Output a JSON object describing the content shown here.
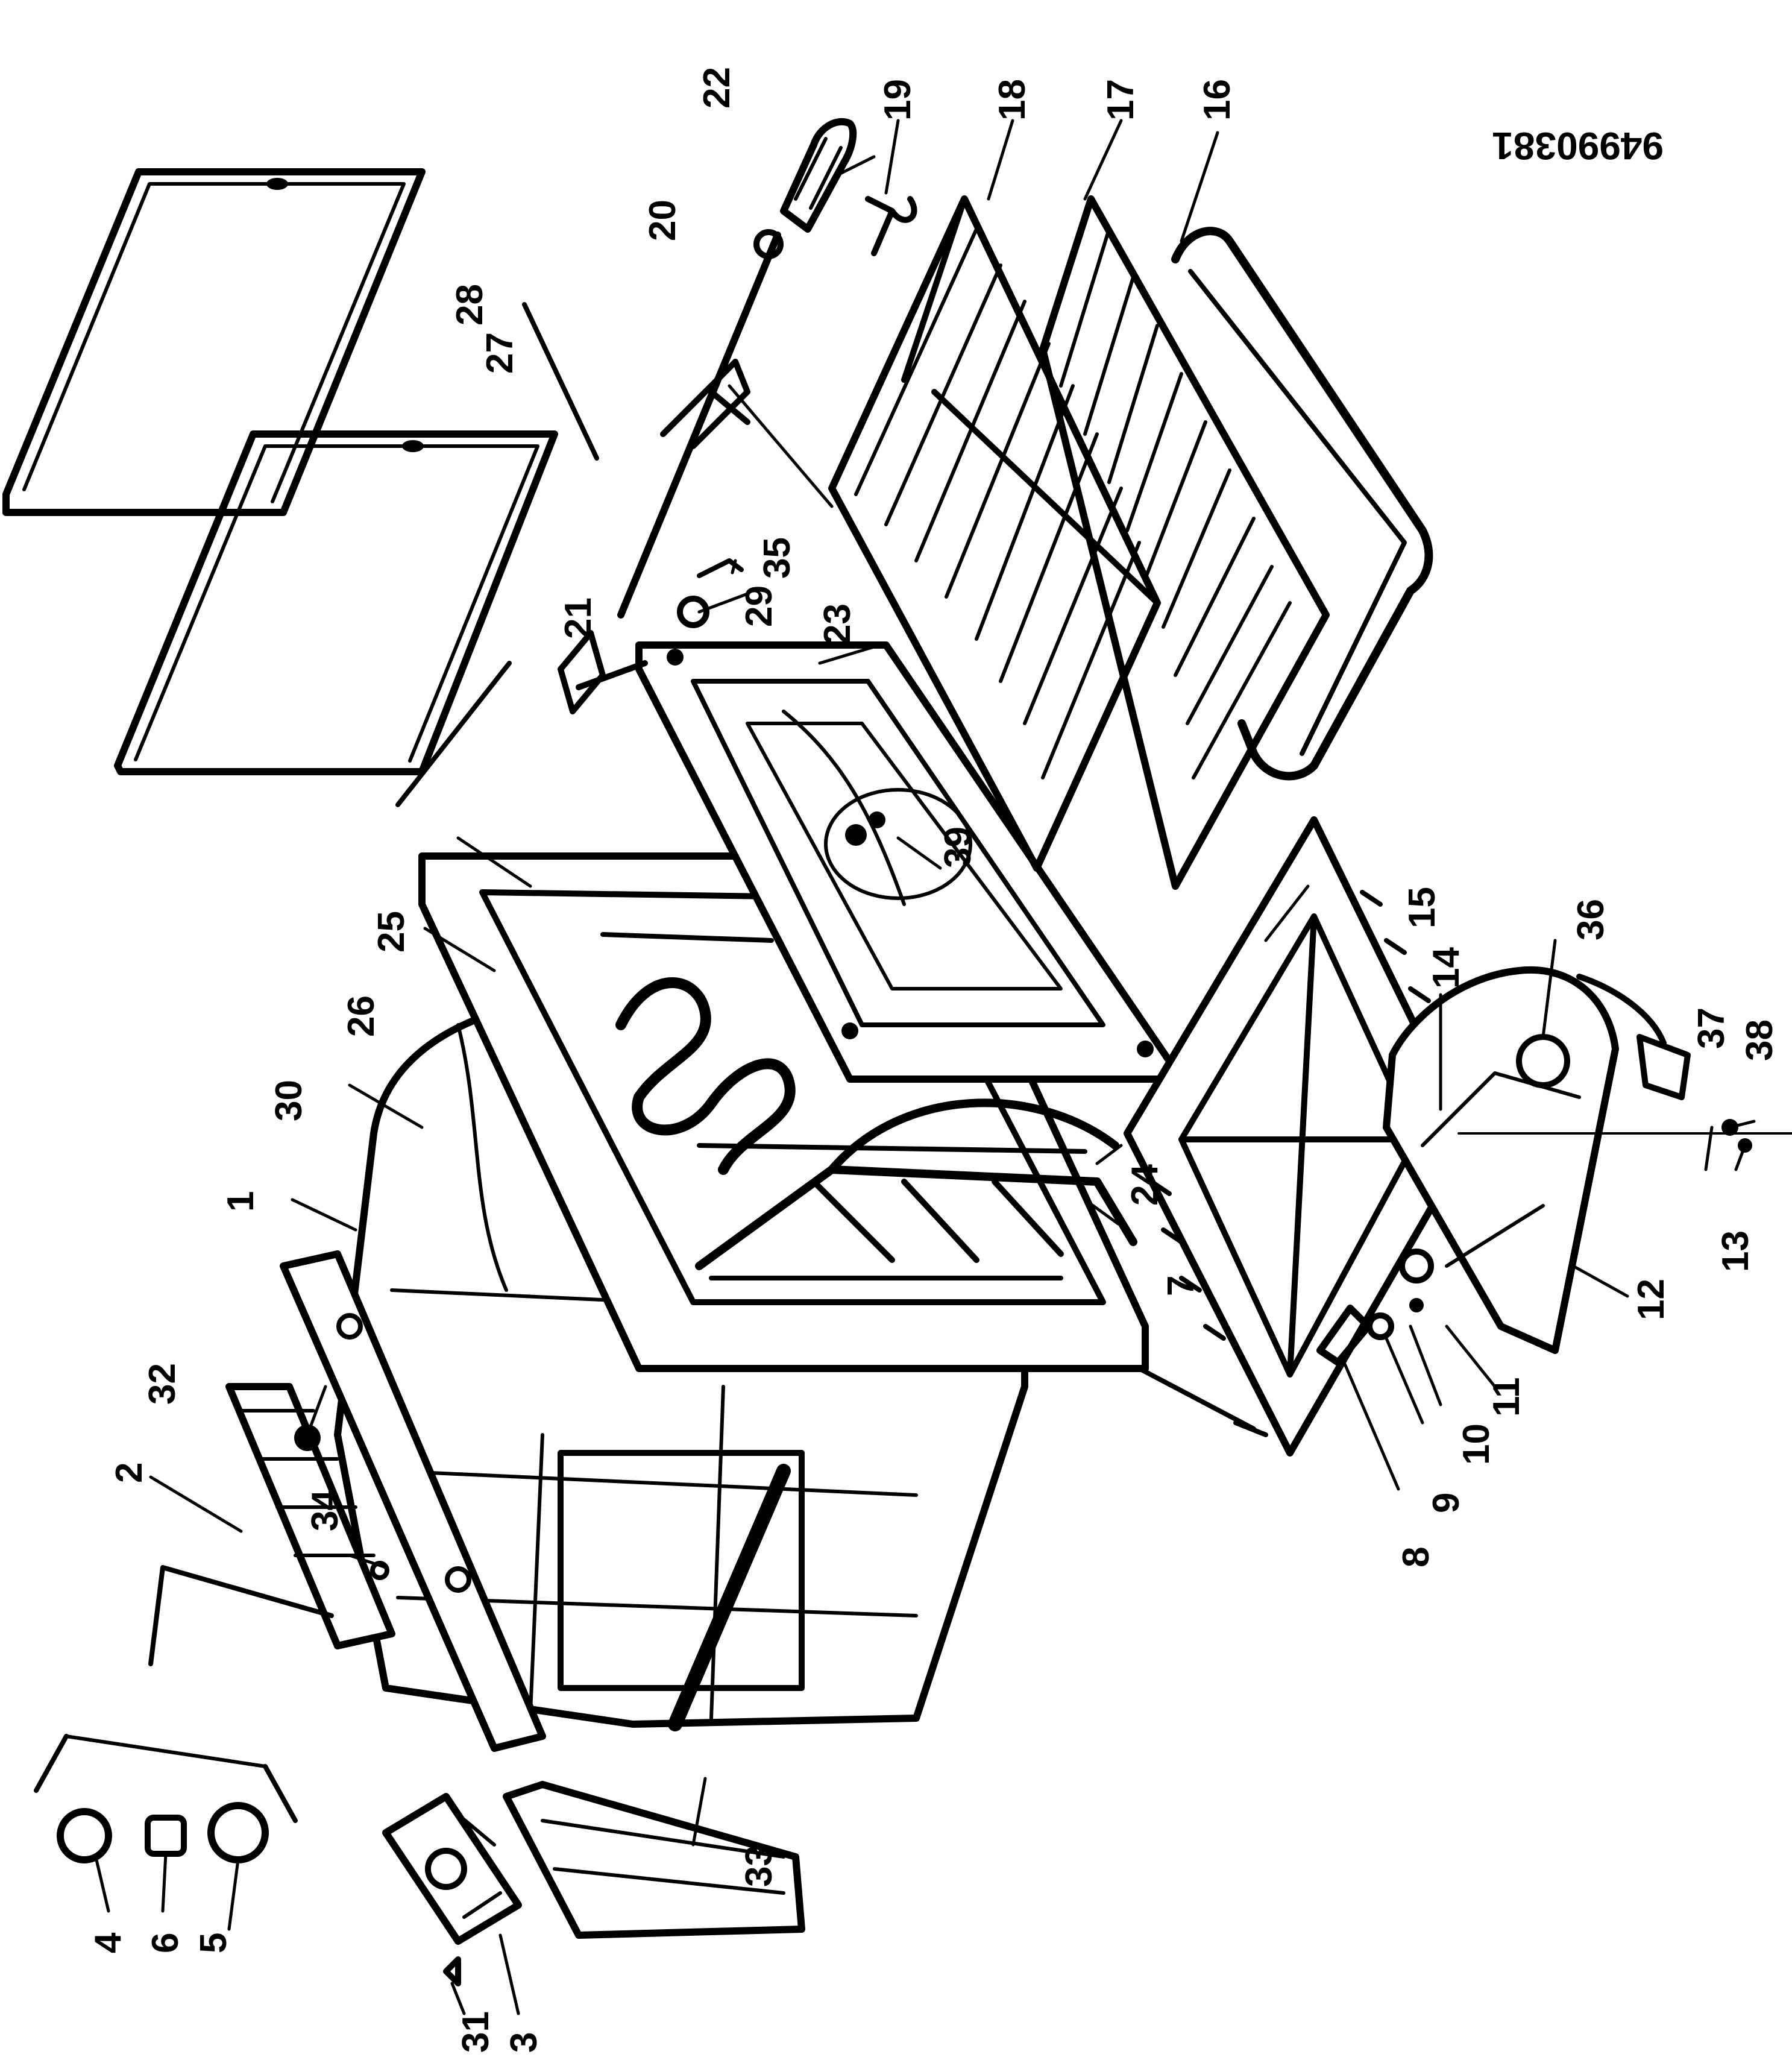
{
  "diagram": {
    "drawing_ref": "94990381",
    "ink_color": "#000000",
    "paper_color": "#ffffff",
    "part_labels": [
      "1",
      "2",
      "3",
      "4",
      "5",
      "6",
      "7",
      "8",
      "9",
      "10",
      "11",
      "12",
      "13",
      "14",
      "15",
      "16",
      "17",
      "18",
      "19",
      "20",
      "21",
      "22",
      "23",
      "24",
      "25",
      "26",
      "27",
      "28",
      "29",
      "30",
      "31",
      "32",
      "33",
      "34",
      "35",
      "36",
      "37",
      "38",
      "39"
    ]
  }
}
